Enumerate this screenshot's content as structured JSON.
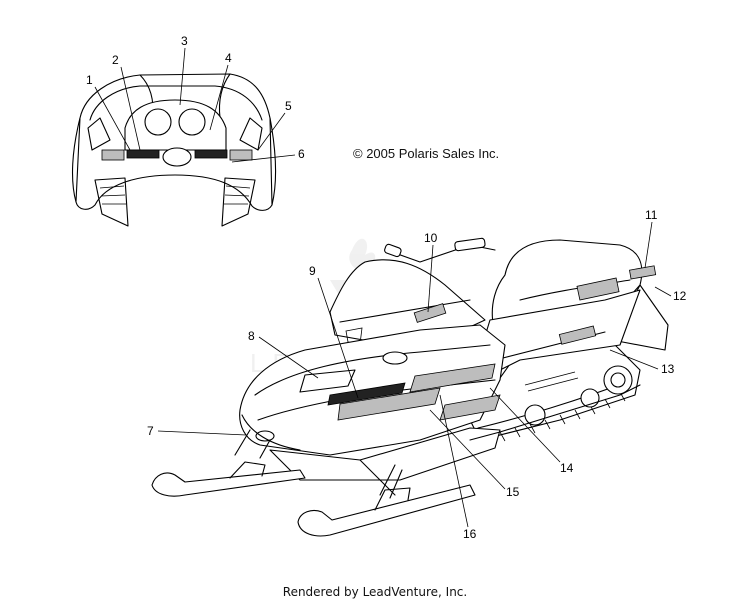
{
  "copyright": "© 2005 Polaris Sales Inc.",
  "footer": "Rendered by LeadVenture, Inc.",
  "watermark_icon": "leadventure-logo-icon",
  "callouts": [
    "1",
    "2",
    "3",
    "4",
    "5",
    "6",
    "7",
    "8",
    "9",
    "10",
    "11",
    "12",
    "13",
    "14",
    "15",
    "16"
  ]
}
